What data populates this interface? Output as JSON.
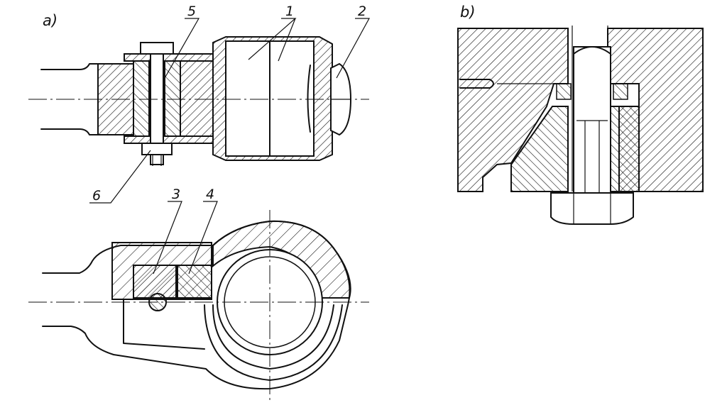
{
  "figure": {
    "view_a_label": "a)",
    "view_b_label": "b)",
    "callouts": [
      "1",
      "2",
      "3",
      "4",
      "5",
      "6"
    ]
  },
  "colors": {
    "ink": "#111111",
    "paper": "#ffffff"
  }
}
